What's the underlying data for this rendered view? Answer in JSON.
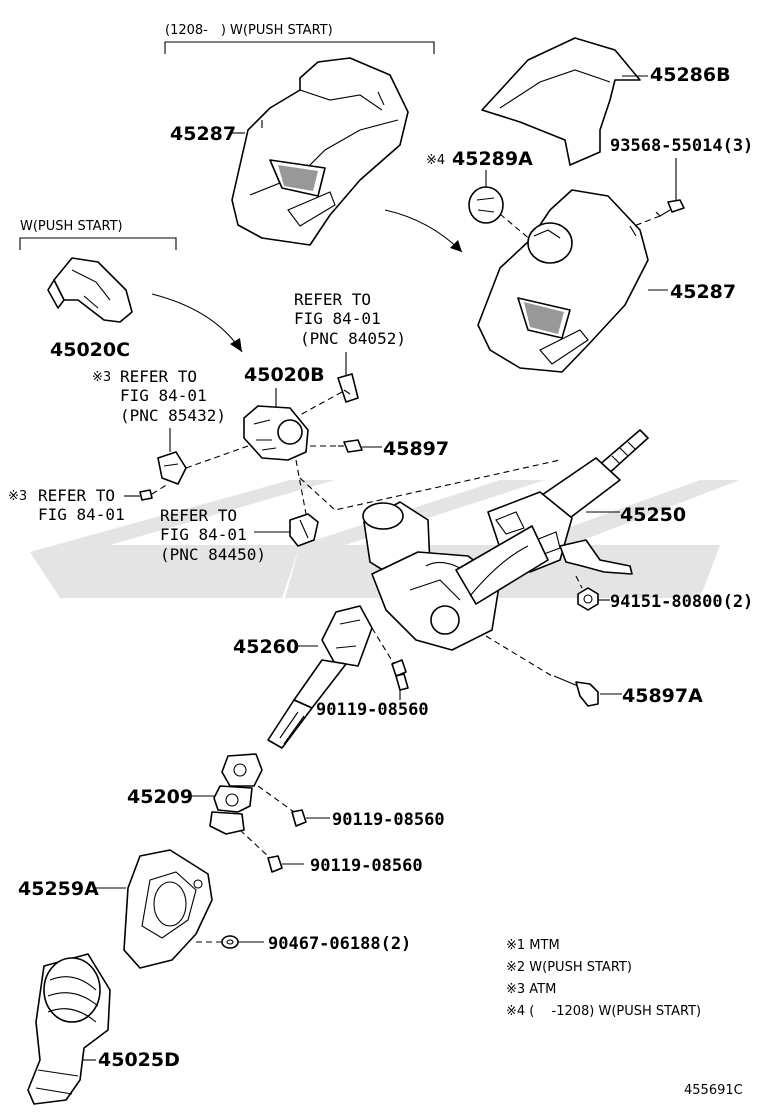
{
  "header": {
    "push_start_cover_bracket": "(1208-　) W(PUSH START)",
    "push_start_bracket": "W(PUSH START)"
  },
  "parts": {
    "p45287_top": "45287",
    "p45286B": "45286B",
    "p45289A": "45289A",
    "p45289A_mark": "※4",
    "p93568": "93568-55014(3)",
    "p45287_right": "45287",
    "p45020C": "45020C",
    "p45020B": "45020B",
    "p45897": "45897",
    "p45250": "45250",
    "p94151": "94151-80800(2)",
    "p45260": "45260",
    "p90119_a": "90119-08560",
    "p45897A": "45897A",
    "p45209": "45209",
    "p90119_b": "90119-08560",
    "p90119_c": "90119-08560",
    "p45259A": "45259A",
    "p90467": "90467-06188(2)",
    "p45025D": "45025D"
  },
  "refs": {
    "ref_84052": {
      "line1": "REFER TO",
      "line2": "FIG 84-01",
      "pnc": "(PNC 84052)"
    },
    "ref_85432": {
      "mark": "※3",
      "line1": "REFER TO",
      "line2": "FIG 84-01",
      "pnc": "(PNC 85432)"
    },
    "ref_left": {
      "mark": "※3",
      "line1": "REFER TO",
      "line2": "FIG 84-01"
    },
    "ref_84450": {
      "line1": "REFER TO",
      "line2": "FIG 84-01",
      "pnc": "(PNC 84450)"
    }
  },
  "notes": [
    "※1 MTM",
    "※2 W(PUSH START)",
    "※3 ATM",
    "※4 (　 -1208) W(PUSH START)"
  ],
  "figure_id": "455691C",
  "colors": {
    "line": "#000000",
    "watermark": "#e3e3e3"
  }
}
